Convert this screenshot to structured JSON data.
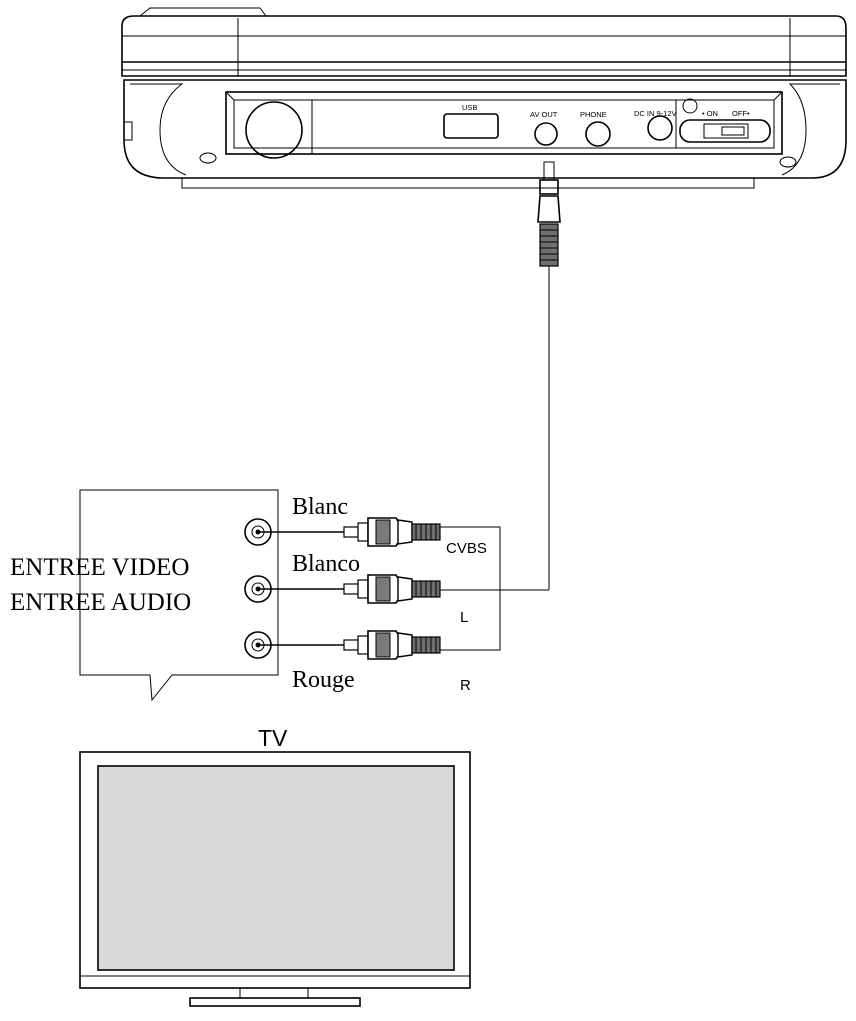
{
  "player": {
    "ports": {
      "usb": "USB",
      "av_out": "AV OUT",
      "phone": "PHONE",
      "dc_in": "DC IN 9-12V",
      "on": "• ON",
      "off": "OFF•"
    }
  },
  "connector_panel": {
    "label_video": "ENTREE VIDEO",
    "label_audio": "ENTREE AUDIO"
  },
  "cable_labels": {
    "top_color": "Blanc",
    "middle_color": "Blanco",
    "bottom_color": "Rouge",
    "cvbs": "CVBS",
    "left": "L",
    "right": "R"
  },
  "tv": {
    "label": "TV",
    "screen_color": "#d9d9d9"
  }
}
